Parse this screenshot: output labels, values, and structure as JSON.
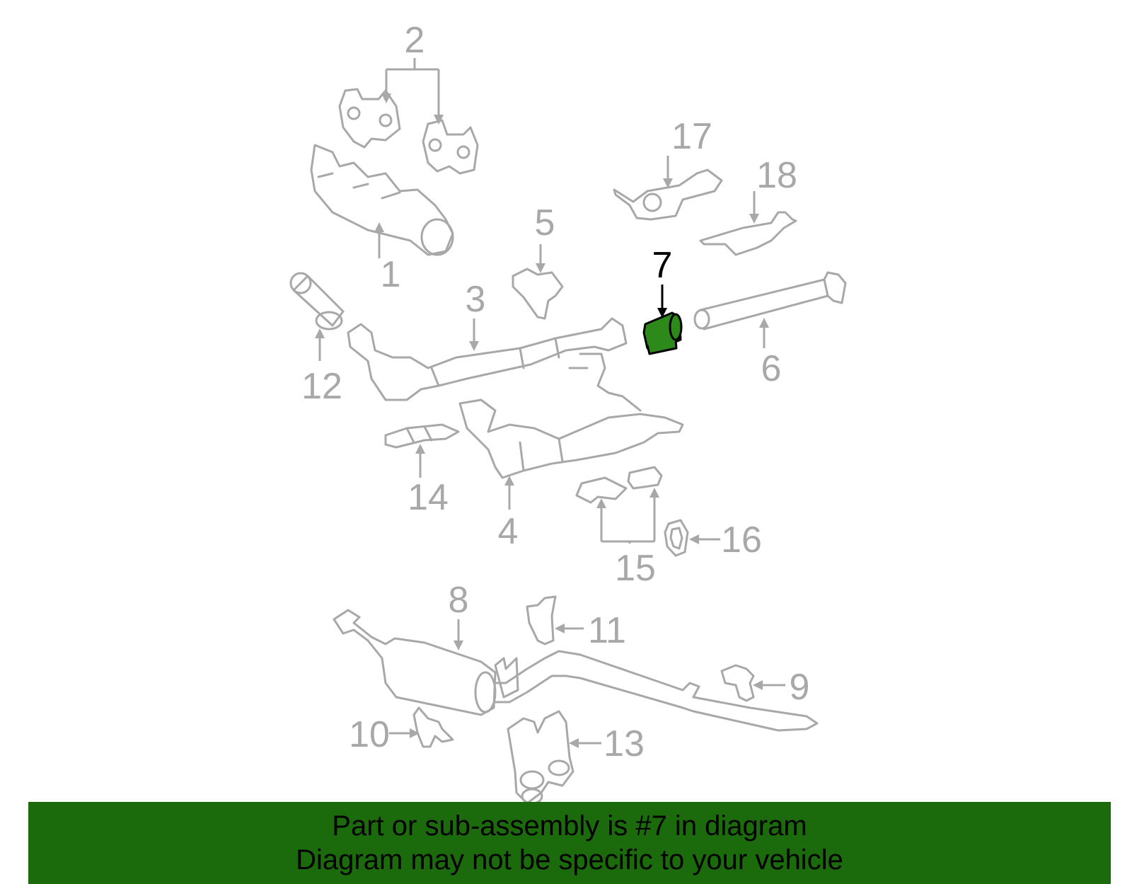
{
  "callouts": [
    {
      "id": "1",
      "text": "1"
    },
    {
      "id": "2",
      "text": "2"
    },
    {
      "id": "3",
      "text": "3"
    },
    {
      "id": "4",
      "text": "4"
    },
    {
      "id": "5",
      "text": "5"
    },
    {
      "id": "6",
      "text": "6"
    },
    {
      "id": "7",
      "text": "7"
    },
    {
      "id": "8",
      "text": "8"
    },
    {
      "id": "9",
      "text": "9"
    },
    {
      "id": "10",
      "text": "10"
    },
    {
      "id": "11",
      "text": "11"
    },
    {
      "id": "12",
      "text": "12"
    },
    {
      "id": "13",
      "text": "13"
    },
    {
      "id": "14",
      "text": "14"
    },
    {
      "id": "15",
      "text": "15"
    },
    {
      "id": "16",
      "text": "16"
    },
    {
      "id": "17",
      "text": "17"
    },
    {
      "id": "18",
      "text": "18"
    }
  ],
  "highlighted_part": "7",
  "colors": {
    "part_line": "#a8a8a8",
    "highlight_fill": "#2d8a1a",
    "banner_bg": "#1b6a0b",
    "highlight_text": "#000000"
  },
  "banner": {
    "line1": "Part or sub-assembly is #7 in diagram",
    "line2": "Diagram may not be specific to your vehicle"
  }
}
